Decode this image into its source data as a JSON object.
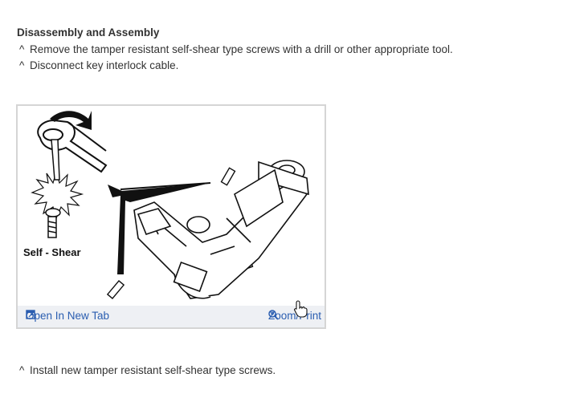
{
  "section": {
    "heading": "Disassembly and Assembly",
    "steps": [
      {
        "marker": "^",
        "text": "Remove the tamper resistant self-shear type screws with a drill or other appropriate tool."
      },
      {
        "marker": "^",
        "text": "Disconnect key interlock cable."
      }
    ],
    "final_step": {
      "marker": "^",
      "text": "Install new tamper resistant self-shear type screws."
    }
  },
  "figure": {
    "label": "Self - Shear",
    "open_link": "Open In New Tab",
    "zoom_link": "Zoom/Print",
    "icons": {
      "open": "open-new-tab-icon",
      "zoom": "zoom-icon",
      "cursor": "hand-pointer-icon"
    },
    "link_color": "#2a5db0"
  }
}
